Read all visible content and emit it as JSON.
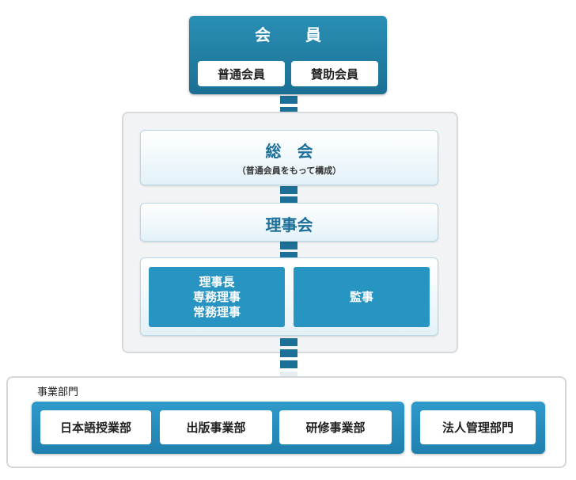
{
  "member": {
    "title": "会　員",
    "regular": "普通会員",
    "supporting": "賛助会員"
  },
  "general_assembly": {
    "title": "総　会",
    "note": "（普通会員をもって構成）"
  },
  "board": {
    "title": "理事会"
  },
  "officers": {
    "chair_lines": [
      "理事長",
      "専務理事",
      "常務理事"
    ],
    "auditor": "監事"
  },
  "business": {
    "label": "事業部門",
    "units": [
      "日本語授業部",
      "出版事業部",
      "研修事業部"
    ],
    "corporate": "法人管理部門"
  }
}
